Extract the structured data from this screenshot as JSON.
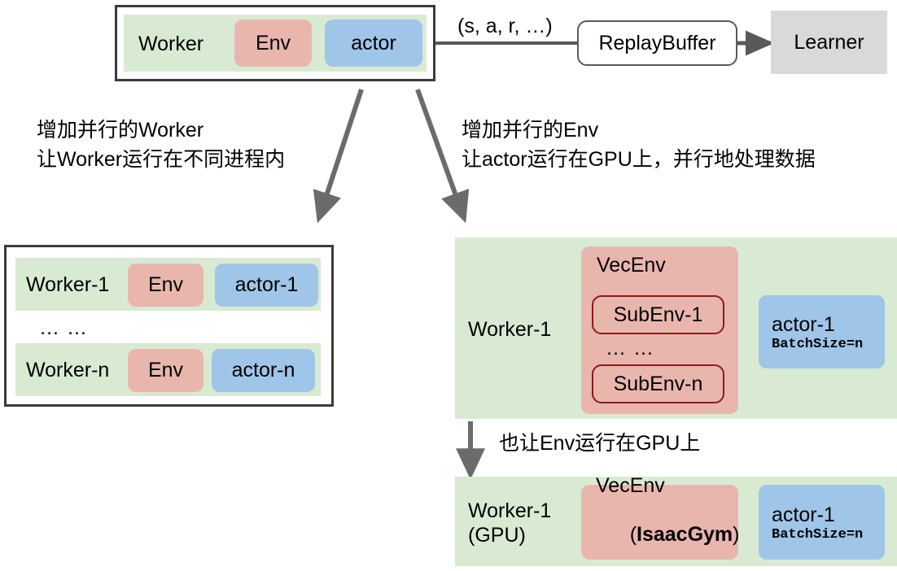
{
  "diagram": {
    "title": "RL worker parallelization architecture",
    "colors": {
      "green_panel": "#d9ead3",
      "red_box": "#e9b6ae",
      "blue_box": "#9fc5e8",
      "gray_box": "#d9d9d9",
      "outline": "#3b3b3b",
      "arrow": "#595959",
      "subenv_border": "#8b1a1a"
    }
  },
  "top_row": {
    "worker_panel": {
      "worker_label": "Worker",
      "env_label": "Env",
      "actor_label": "actor"
    },
    "transition_label": "(s, a, r, …)",
    "replay_buffer_label": "ReplayBuffer",
    "learner_label": "Learner"
  },
  "annotations": {
    "left_branch": {
      "line1": "增加并行的Worker",
      "line2": "让Worker运行在不同进程内"
    },
    "right_branch": {
      "line1": "增加并行的Env",
      "line2": "让actor运行在GPU上，并行地处理数据"
    },
    "gpu_branch": {
      "line1": "也让Env运行在GPU上"
    }
  },
  "bottom_left": {
    "rows": [
      {
        "worker_label": "Worker-1",
        "env_label": "Env",
        "actor_label": "actor-1"
      },
      {
        "worker_label": "Worker-n",
        "env_label": "Env",
        "actor_label": "actor-n"
      }
    ],
    "ellipsis": "… …"
  },
  "bottom_right": {
    "vecenv_panel": {
      "worker_label": "Worker-1",
      "vecenv_label": "VecEnv",
      "subenvs": [
        "SubEnv-1",
        "SubEnv-n"
      ],
      "ellipsis": "… …",
      "actor_label": "actor-1",
      "actor_batch": "BatchSize=n"
    },
    "gpu_panel": {
      "worker_label_line1": "Worker-1",
      "worker_label_line2": "(GPU)",
      "vecenv_label_line1": "VecEnv",
      "vecenv_label_line2_pre": "(",
      "vecenv_label_line2_bold": "IsaacGym",
      "vecenv_label_line2_post": ")",
      "actor_label": "actor-1",
      "actor_batch": "BatchSize=n"
    }
  }
}
